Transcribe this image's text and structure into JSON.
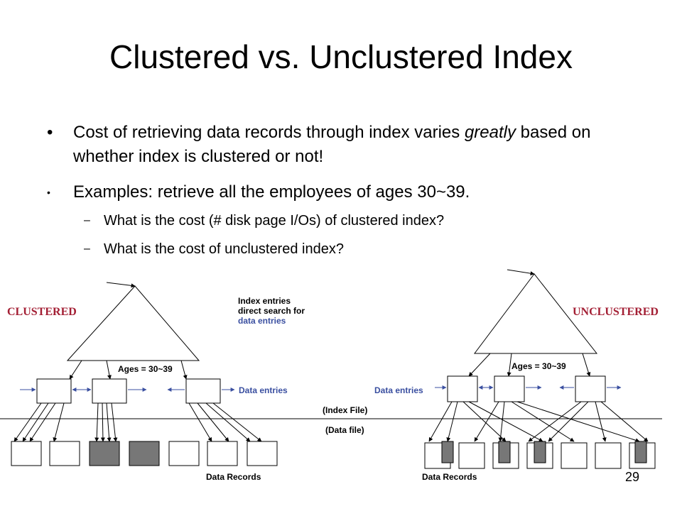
{
  "title": "Clustered vs. Unclustered Index",
  "bullets": {
    "b1_pre": "Cost of retrieving data records through index varies ",
    "b1_em": "greatly",
    "b1_post": " based on whether index is clustered or not!",
    "b2": "Examples: retrieve all the employees of ages 30~39.",
    "s1": "What is the cost (# disk page I/Os) of clustered index?",
    "s2": "What is the cost of unclustered index?",
    "dot": "•",
    "dash": "–"
  },
  "diagram": {
    "clustered_label": "CLUSTERED",
    "unclustered_label": "UNCLUSTERED",
    "ages_left": "Ages = 30~39",
    "ages_right": "Ages = 30~39",
    "index_note_line1": "Index entries",
    "index_note_line2": "direct search for",
    "index_note_line3": "data entries",
    "data_entries_left": "Data entries",
    "data_entries_right": "Data entries",
    "index_file": "(Index File)",
    "data_file": "(Data file)",
    "data_records_left": "Data Records",
    "data_records_right": "Data Records",
    "colors": {
      "accent_red": "#a31f34",
      "accent_blue": "#3a4fa0",
      "shaded_record": "#777777"
    }
  },
  "page_number": "29"
}
